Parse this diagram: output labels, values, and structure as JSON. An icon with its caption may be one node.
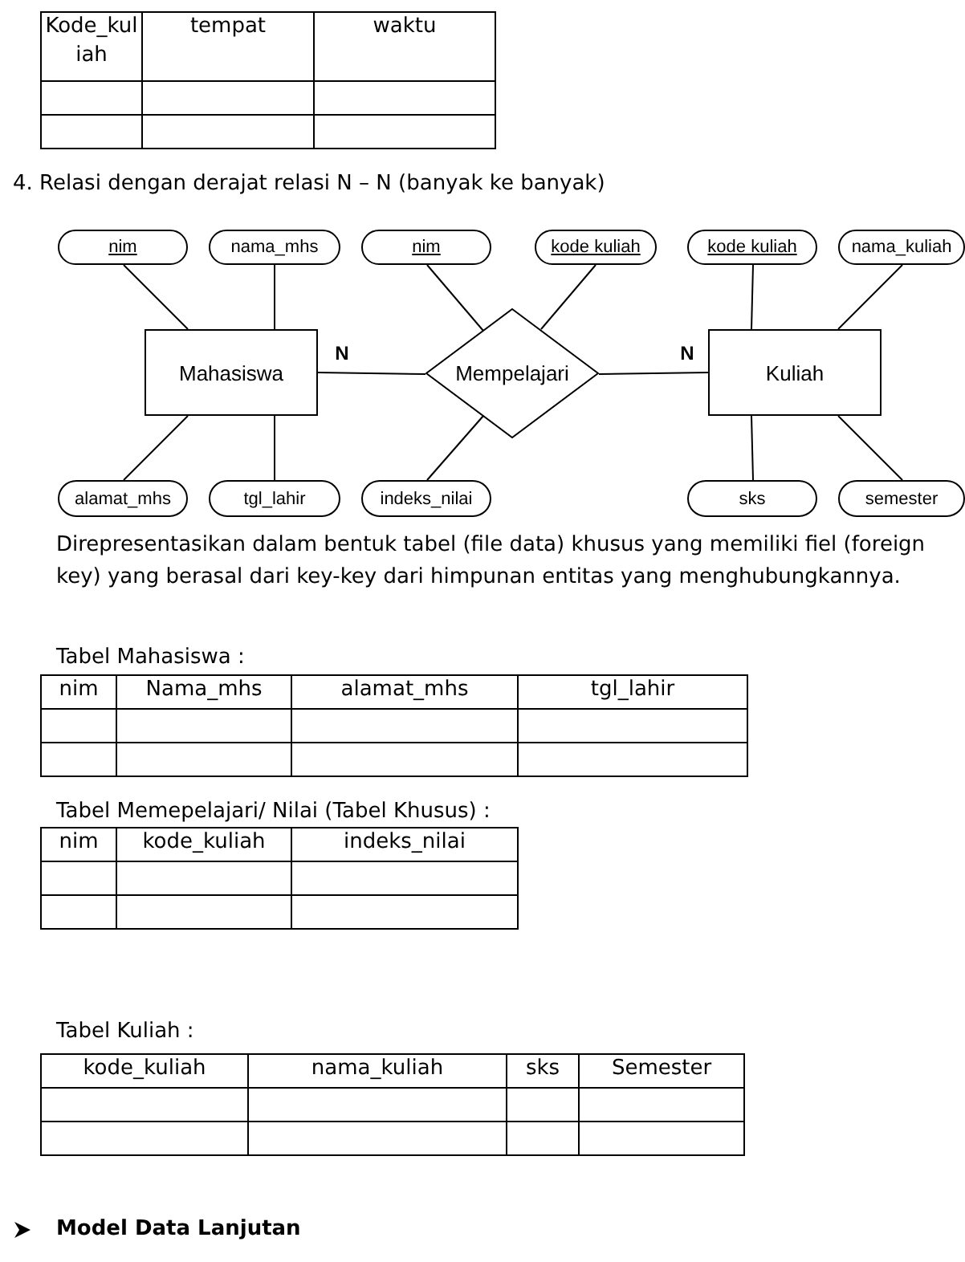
{
  "diagram": {
    "nodes": [
      {
        "text": [
          "nim"
        ]
      },
      {
        "text": [
          "nama_mhs"
        ]
      },
      {
        "text": [
          "nim"
        ]
      },
      {
        "text": [
          "kode kuliah"
        ]
      },
      {
        "text": [
          "kode kuliah"
        ]
      },
      {
        "text": [
          "nama_kuliah"
        ]
      },
      {
        "text": [
          "Mahasiswa"
        ]
      },
      {
        "text": [
          "Mempelajari"
        ]
      },
      {
        "text": [
          "Kuliah"
        ]
      },
      {
        "text": [
          "alamat_mhs"
        ]
      },
      {
        "text": [
          "tgl_lahir"
        ]
      },
      {
        "text": [
          "indeks_nilai"
        ]
      },
      {
        "text": [
          "sks"
        ]
      },
      {
        "text": [
          "semester"
        ]
      }
    ],
    "edges": [
      {
        "from": 0,
        "to": 6,
        "arrow": "none"
      },
      {
        "from": 1,
        "to": 6,
        "arrow": "none"
      },
      {
        "from": 6,
        "to": 9,
        "arrow": "none"
      },
      {
        "from": 6,
        "to": 10,
        "arrow": "none"
      },
      {
        "from": 2,
        "to": 7,
        "arrow": "none"
      },
      {
        "from": 3,
        "to": 7,
        "arrow": "none"
      },
      {
        "from": 7,
        "to": 11,
        "arrow": "none"
      },
      {
        "from": 4,
        "to": 8,
        "arrow": "none"
      },
      {
        "from": 5,
        "to": 8,
        "arrow": "none"
      },
      {
        "from": 8,
        "to": 12,
        "arrow": "none"
      },
      {
        "from": 8,
        "to": 13,
        "arrow": "none"
      },
      {
        "from": 6,
        "to": 7,
        "arrow": "none",
        "label": "N"
      },
      {
        "from": 7,
        "to": 8,
        "arrow": "none",
        "label": "N"
      }
    ],
    "labels": [
      "Kode_kuliah",
      "tempat",
      "waktu",
      "4.  Relasi dengan derajat relasi N – N (banyak ke banyak)",
      "Direpresentasikan dalam bentuk tabel (file data) khusus yang memiliki fiel (foreign key) yang berasal dari key-key dari himpunan entitas yang menghubungkannya.",
      "Tabel Mahasiswa :",
      "nim",
      "Nama_mhs",
      "alamat_mhs",
      "tgl_lahir",
      "Tabel Memepelajari/ Nilai (Tabel Khusus) :",
      "nim",
      "kode_kuliah",
      "indeks_nilai",
      "Tabel Kuliah :",
      "kode_kuliah",
      "nama_kuliah",
      "sks",
      "Semester",
      "Model Data Lanjutan"
    ]
  }
}
